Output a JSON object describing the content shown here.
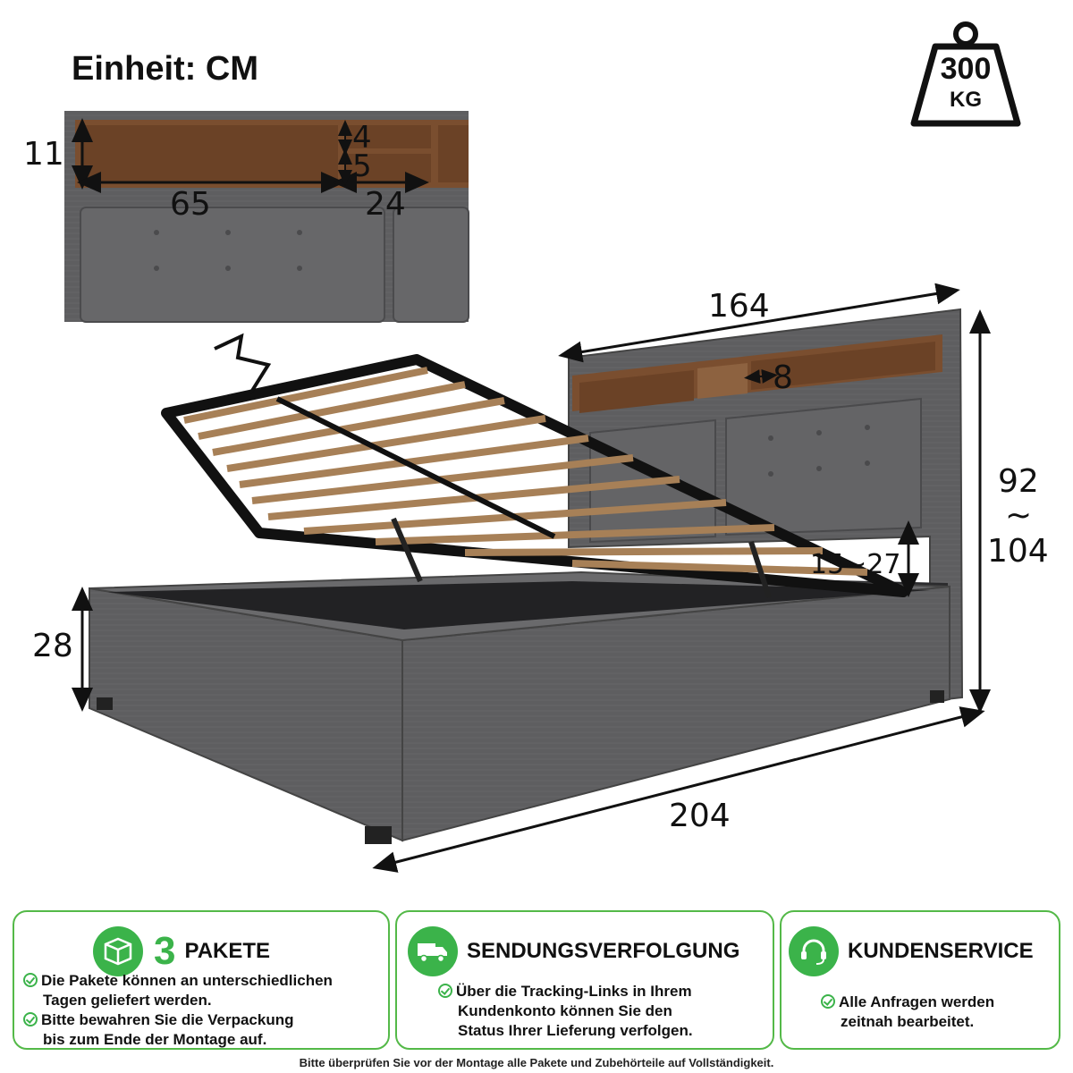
{
  "unit_label": "Einheit: CM",
  "weight": {
    "value": "300",
    "unit": "KG"
  },
  "dimensions": {
    "shelf_height": "11",
    "shelf_small_top": "4",
    "shelf_small_bottom": "5",
    "shelf_width_left": "65",
    "shelf_width_right": "24",
    "head_width": "164",
    "shelf_depth": "8",
    "total_height_top": "92",
    "total_height_tilde": "~",
    "total_height_bottom": "104",
    "headboard_gap": "15~27",
    "frame_height": "28",
    "length": "204"
  },
  "cards": [
    {
      "number": "3",
      "title": "PAKETE",
      "icon": "package-icon",
      "lines": [
        "Die Pakete können an unterschiedlichen",
        "Tagen geliefert werden.",
        "Bitte bewahren Sie die Verpackung",
        "bis zum Ende der Montage auf."
      ]
    },
    {
      "title": "SENDUNGSVERFOLGUNG",
      "icon": "delivery-truck-icon",
      "lines": [
        "Über die Tracking-Links in Ihrem",
        "Kundenkonto können Sie den",
        "Status Ihrer Lieferung verfolgen."
      ]
    },
    {
      "title": "KUNDENSERVICE",
      "icon": "headset-icon",
      "lines": [
        "Alle Anfragen werden",
        "zeitnah bearbeitet."
      ]
    }
  ],
  "footer": "Bitte überprüfen Sie vor der Montage alle Pakete und Zubehörteile auf Vollständigkeit.",
  "colors": {
    "accent": "#3bb34a",
    "fabric": "#5a5a5c",
    "wood": "#8a5a36"
  }
}
